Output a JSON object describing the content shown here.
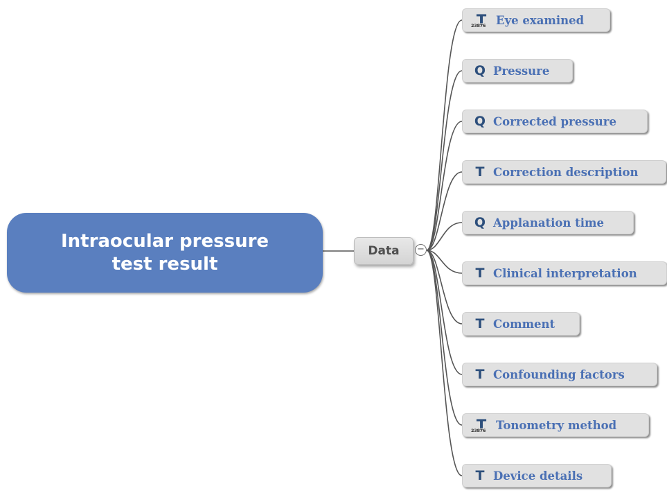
{
  "root": {
    "title": "Intraocular pressure test result"
  },
  "hub": {
    "label": "Data",
    "toggle_symbol": "−"
  },
  "items": [
    {
      "label": "Eye examined",
      "icon": "coded-text-icon",
      "icon_letter": "T",
      "icon_digits": "23876"
    },
    {
      "label": "Pressure",
      "icon": "quantity-icon",
      "icon_letter": "Q"
    },
    {
      "label": "Corrected pressure",
      "icon": "quantity-icon",
      "icon_letter": "Q"
    },
    {
      "label": "Correction description",
      "icon": "text-icon",
      "icon_letter": "T"
    },
    {
      "label": "Applanation time",
      "icon": "quantity-icon",
      "icon_letter": "Q"
    },
    {
      "label": "Clinical interpretation",
      "icon": "text-icon",
      "icon_letter": "T"
    },
    {
      "label": "Comment",
      "icon": "text-icon",
      "icon_letter": "T"
    },
    {
      "label": "Confounding factors",
      "icon": "text-icon",
      "icon_letter": "T"
    },
    {
      "label": "Tonometry method",
      "icon": "coded-text-icon",
      "icon_letter": "T",
      "icon_digits": "23876"
    },
    {
      "label": "Device details",
      "icon": "text-icon",
      "icon_letter": "T"
    }
  ],
  "colors": {
    "root_fill": "#5a7fbf",
    "leaf_fill": "#e1e1e1",
    "label_text": "#4a70b4",
    "icon_text": "#2d4f7c",
    "connector": "#555555"
  }
}
